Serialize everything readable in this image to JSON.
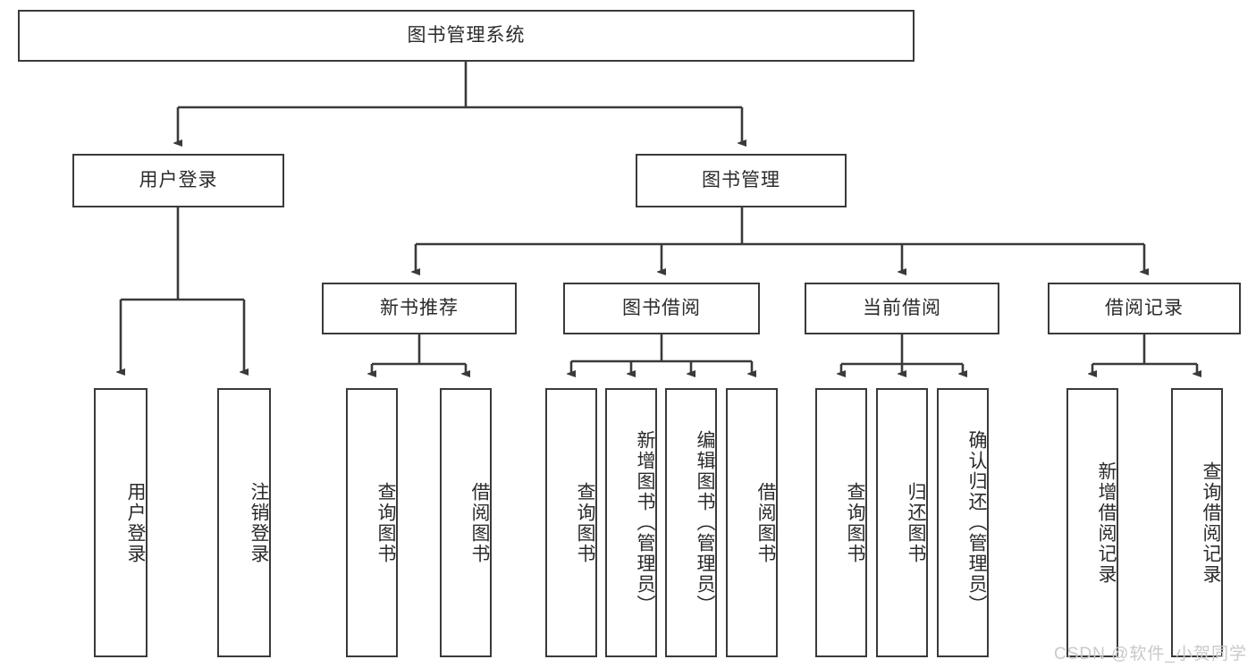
{
  "diagram": {
    "title": "图书管理系统",
    "type": "tree-hierarchy",
    "watermark": "CSDN @软件_小贺同学",
    "colors": {
      "box_border": "#3a3a3a",
      "box_fill": "#ffffff",
      "edge": "#3a3a3a",
      "text": "#2b2b2b",
      "watermark": "#c9c9c9",
      "background": "#ffffff"
    },
    "levels": {
      "root": {
        "id": "root",
        "label": "图书管理系统",
        "orientation": "horizontal"
      },
      "level2": [
        {
          "id": "user-login",
          "label": "用户登录",
          "orientation": "horizontal"
        },
        {
          "id": "book-management",
          "label": "图书管理",
          "orientation": "horizontal"
        }
      ],
      "level3": [
        {
          "id": "new-book-recommend",
          "label": "新书推荐",
          "orientation": "horizontal",
          "parent": "book-management"
        },
        {
          "id": "book-borrow",
          "label": "图书借阅",
          "orientation": "horizontal",
          "parent": "book-management"
        },
        {
          "id": "current-borrow",
          "label": "当前借阅",
          "orientation": "horizontal",
          "parent": "book-management"
        },
        {
          "id": "borrow-record",
          "label": "借阅记录",
          "orientation": "horizontal",
          "parent": "book-management"
        }
      ],
      "leaves": [
        {
          "id": "leaf-user-login",
          "label": "用户登录",
          "orientation": "vertical",
          "parent": "user-login"
        },
        {
          "id": "leaf-user-logout",
          "label": "注销登录",
          "orientation": "vertical",
          "parent": "user-login"
        },
        {
          "id": "leaf-query-book-1",
          "label": "查询图书",
          "orientation": "vertical",
          "parent": "new-book-recommend"
        },
        {
          "id": "leaf-borrow-book-1",
          "label": "借阅图书",
          "orientation": "vertical",
          "parent": "new-book-recommend"
        },
        {
          "id": "leaf-query-book-2",
          "label": "查询图书",
          "orientation": "vertical",
          "parent": "book-borrow"
        },
        {
          "id": "leaf-add-book",
          "label": "新增图书（管理员）",
          "orientation": "vertical",
          "parent": "book-borrow"
        },
        {
          "id": "leaf-edit-book",
          "label": "编辑图书（管理员）",
          "orientation": "vertical",
          "parent": "book-borrow"
        },
        {
          "id": "leaf-borrow-book-2",
          "label": "借阅图书",
          "orientation": "vertical",
          "parent": "book-borrow"
        },
        {
          "id": "leaf-query-book-3",
          "label": "查询图书",
          "orientation": "vertical",
          "parent": "current-borrow"
        },
        {
          "id": "leaf-return-book",
          "label": "归还图书",
          "orientation": "vertical",
          "parent": "current-borrow"
        },
        {
          "id": "leaf-confirm-return",
          "label": "确认归还（管理员）",
          "orientation": "vertical",
          "parent": "current-borrow"
        },
        {
          "id": "leaf-add-record",
          "label": "新增借阅记录",
          "orientation": "vertical",
          "parent": "borrow-record"
        },
        {
          "id": "leaf-query-record",
          "label": "查询借阅记录",
          "orientation": "vertical",
          "parent": "borrow-record"
        }
      ]
    }
  }
}
